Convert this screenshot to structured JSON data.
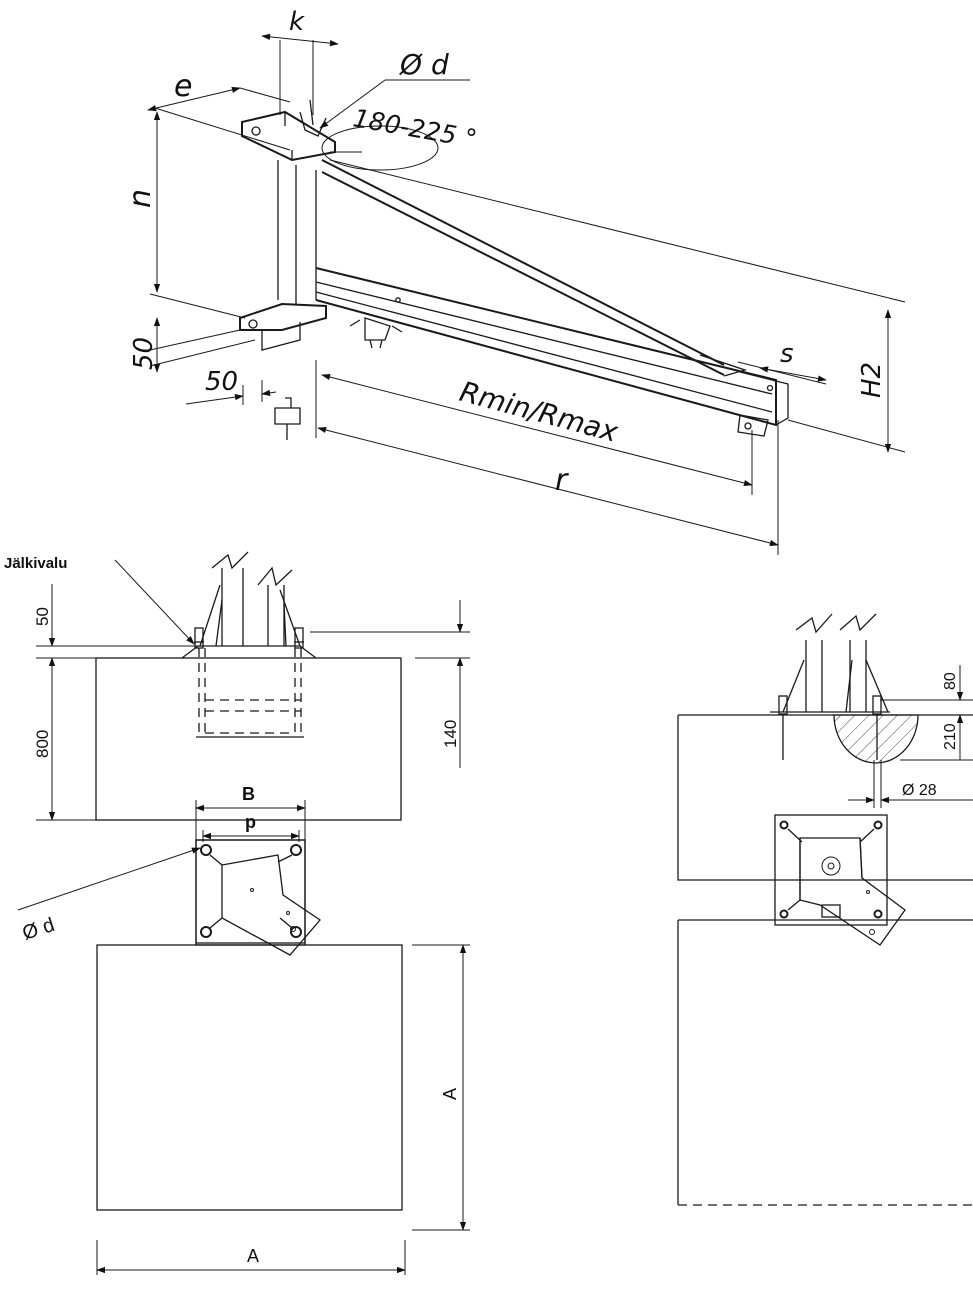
{
  "labels": {
    "k": "k",
    "diameter_d_top": "Ø d",
    "angle": "180-225 °",
    "e": "e",
    "n": "n",
    "dim_50_vertical": "50",
    "dim_50_horizontal": "50",
    "rmin_rmax": "Rmin/Rmax",
    "r": "r",
    "s": "s",
    "h2": "H2",
    "jalkivalu": "Jälkivalu",
    "dim_50_section": "50",
    "dim_800": "800",
    "dim_140": "140",
    "dim_80": "80",
    "dim_210": "210",
    "dim_d28": "Ø 28",
    "b": "B",
    "p": "p",
    "diameter_d_plan": "Ø d",
    "a_vertical": "A",
    "a_horizontal": "A"
  }
}
